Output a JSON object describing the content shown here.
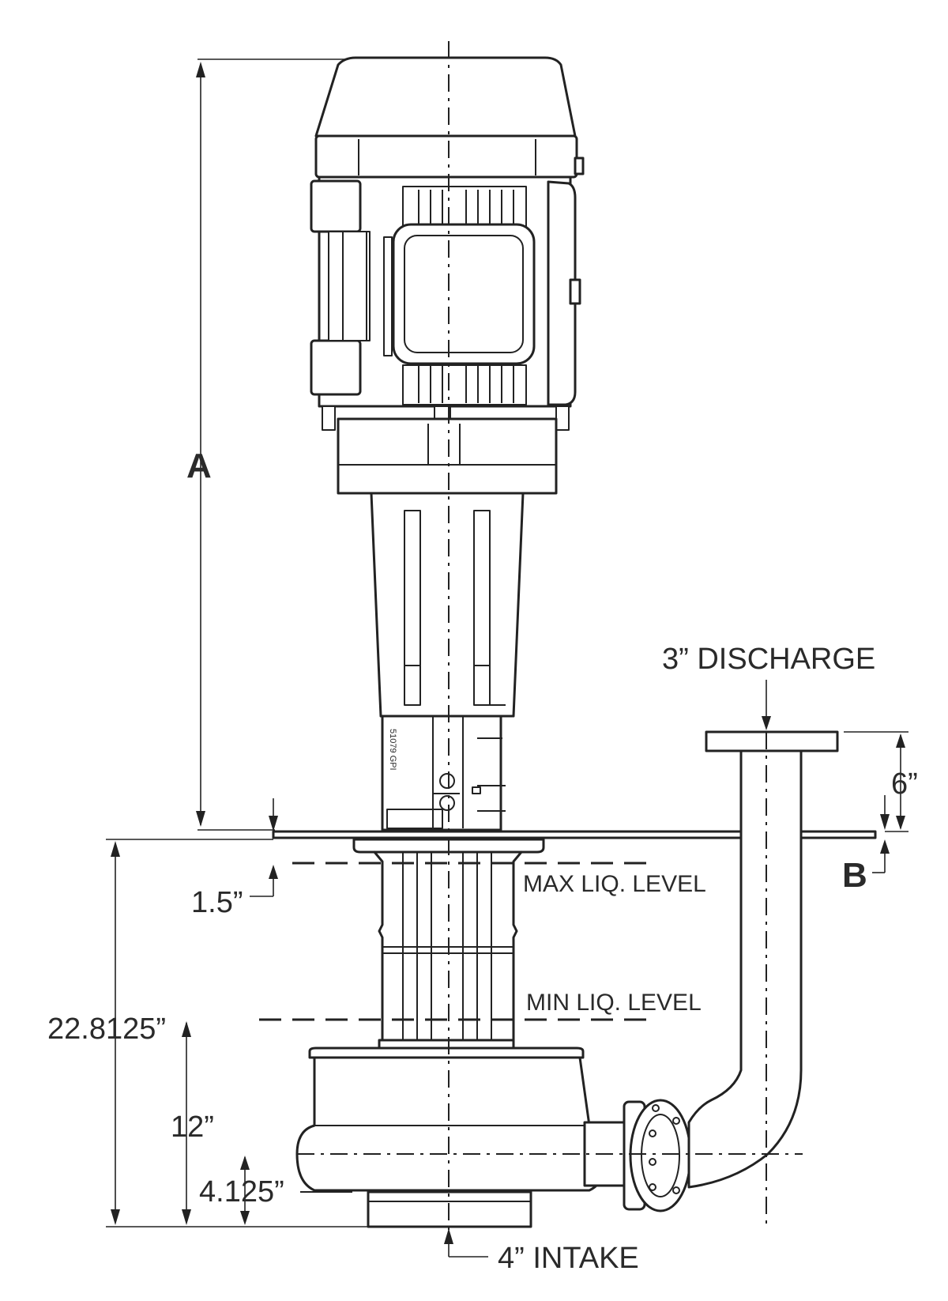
{
  "labels": {
    "dim_a": "A",
    "dim_b": "B",
    "discharge": "3” DISCHARGE",
    "dim_6": "6”",
    "dim_1_5": "1.5”",
    "max_level": "MAX LIQ. LEVEL",
    "min_level": "MIN LIQ. LEVEL",
    "dim_overall": "22.8125”",
    "dim_12": "12”",
    "dim_4_125": "4.125”",
    "intake": "4” INTAKE",
    "part_mark": "51079 GPI"
  },
  "colors": {
    "line": "#222222",
    "background": "#ffffff"
  }
}
